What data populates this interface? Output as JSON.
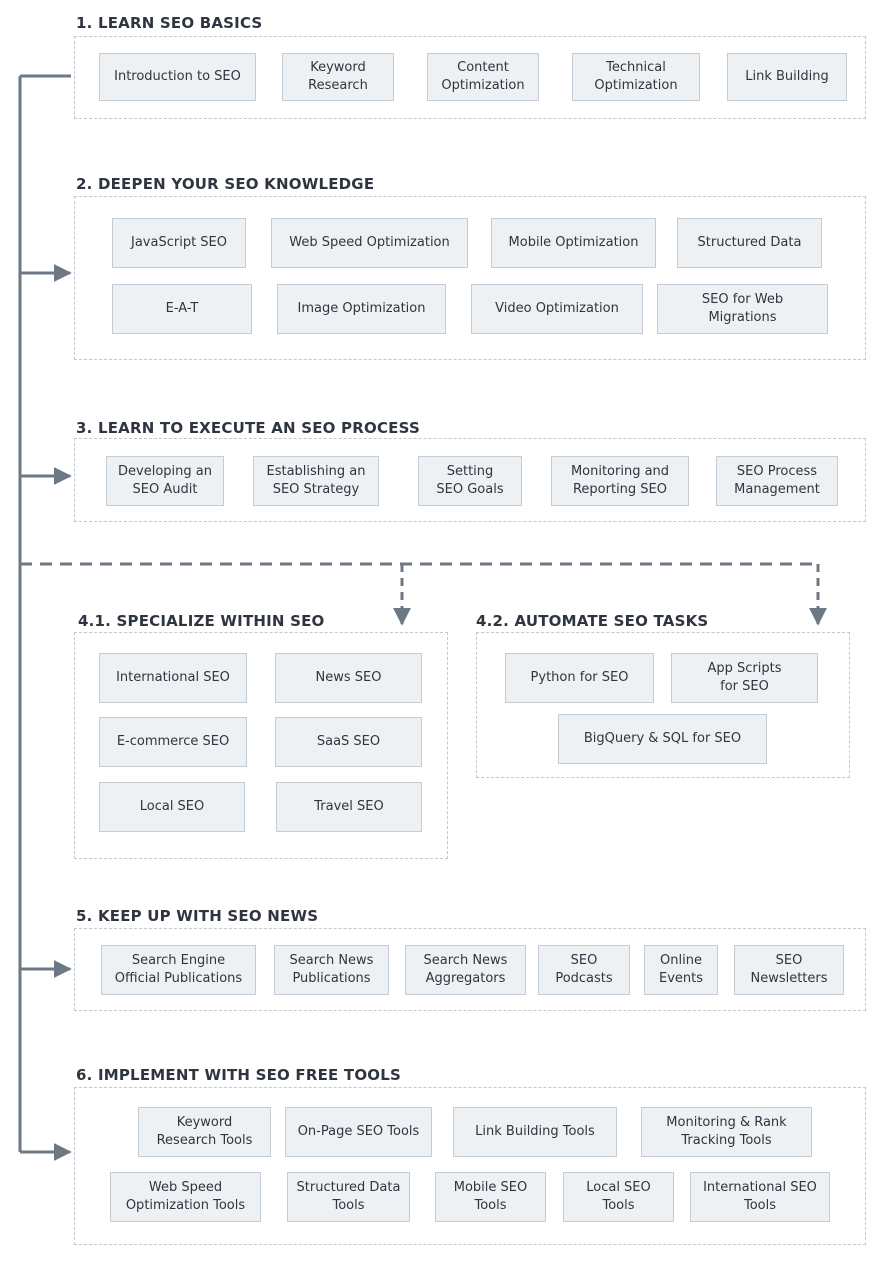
{
  "sections": [
    {
      "id": "s1",
      "title": "1. LEARN SEO BASICS",
      "items": [
        "Introduction to SEO",
        "Keyword\nResearch",
        "Content\nOptimization",
        "Technical\nOptimization",
        "Link Building"
      ]
    },
    {
      "id": "s2",
      "title": "2. DEEPEN YOUR SEO KNOWLEDGE",
      "items": [
        "JavaScript SEO",
        "Web Speed Optimization",
        "Mobile Optimization",
        "Structured Data",
        "E-A-T",
        "Image Optimization",
        "Video Optimization",
        "SEO for Web\nMigrations"
      ]
    },
    {
      "id": "s3",
      "title": "3. LEARN TO EXECUTE AN SEO PROCESS",
      "items": [
        "Developing an\nSEO Audit",
        "Establishing an\nSEO Strategy",
        "Setting\nSEO Goals",
        "Monitoring and\nReporting SEO",
        "SEO Process\nManagement"
      ]
    },
    {
      "id": "s41",
      "title": "4.1. SPECIALIZE WITHIN SEO",
      "items": [
        "International SEO",
        "News SEO",
        "E-commerce SEO",
        "SaaS SEO",
        "Local SEO",
        "Travel SEO"
      ]
    },
    {
      "id": "s42",
      "title": "4.2. AUTOMATE SEO TASKS",
      "items": [
        "Python for SEO",
        "App Scripts\nfor SEO",
        "BigQuery & SQL for SEO"
      ]
    },
    {
      "id": "s5",
      "title": "5. KEEP UP WITH SEO NEWS",
      "items": [
        "Search Engine\nOfficial Publications",
        "Search News\nPublications",
        "Search News\nAggregators",
        "SEO\nPodcasts",
        "Online\nEvents",
        "SEO\nNewsletters"
      ]
    },
    {
      "id": "s6",
      "title": "6. IMPLEMENT WITH SEO FREE TOOLS",
      "items": [
        "Keyword\nResearch Tools",
        "On-Page SEO Tools",
        "Link Building Tools",
        "Monitoring & Rank\nTracking Tools",
        "Web Speed\nOptimization Tools",
        "Structured Data\nTools",
        "Mobile SEO\nTools",
        "Local SEO\nTools",
        "International SEO\nTools"
      ]
    }
  ],
  "colors": {
    "connector": "#6d7885",
    "node_fill": "#eef1f4",
    "node_border": "#c3cbd4",
    "section_border": "#c3c8cf",
    "text": "#2f3540"
  }
}
